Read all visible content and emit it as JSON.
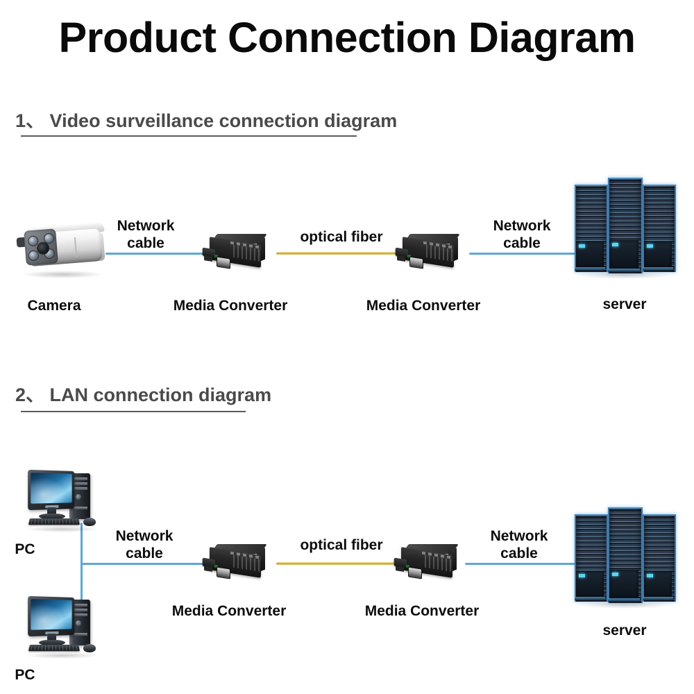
{
  "page": {
    "title": "Product Connection Diagram",
    "background_color": "#ffffff",
    "title_color": "#0a0a0a"
  },
  "colors": {
    "network_cable": "#5aa8d8",
    "optical_fiber": "#d8b441",
    "heading_text": "#4a4a4a",
    "label_text": "#0c0c0c",
    "server_led": "#5ad4f5"
  },
  "sections": [
    {
      "number": "1、",
      "heading": "Video surveillance connection diagram",
      "nodes": [
        {
          "name": "camera",
          "label": "Camera",
          "icon": "cctv-bullet-camera-icon"
        },
        {
          "name": "media-converter-left",
          "label": "Media Converter",
          "icon": "media-converter-icon"
        },
        {
          "name": "media-converter-right",
          "label": "Media Converter",
          "icon": "media-converter-icon"
        },
        {
          "name": "server",
          "label": "server",
          "icon": "server-rack-icon"
        }
      ],
      "links": [
        {
          "name": "network-cable-left",
          "label": "Network cable",
          "label_line1": "Network",
          "label_line2": "cable",
          "type": "network"
        },
        {
          "name": "optical-fiber",
          "label": "optical fiber",
          "type": "fiber"
        },
        {
          "name": "network-cable-right",
          "label": "Network cable",
          "label_line1": "Network",
          "label_line2": "cable",
          "type": "network"
        }
      ]
    },
    {
      "number": "2、",
      "heading": "LAN connection diagram",
      "nodes": [
        {
          "name": "pc-top",
          "label": "PC",
          "icon": "desktop-computer-icon"
        },
        {
          "name": "pc-bottom",
          "label": "PC",
          "icon": "desktop-computer-icon"
        },
        {
          "name": "media-converter-left",
          "label": "Media Converter",
          "icon": "media-converter-icon"
        },
        {
          "name": "media-converter-right",
          "label": "Media Converter",
          "icon": "media-converter-icon"
        },
        {
          "name": "server",
          "label": "server",
          "icon": "server-rack-icon"
        }
      ],
      "links": [
        {
          "name": "network-cable-left",
          "label": "Network cable",
          "label_line1": "Network",
          "label_line2": "cable",
          "type": "network"
        },
        {
          "name": "optical-fiber",
          "label": "optical fiber",
          "type": "fiber"
        },
        {
          "name": "network-cable-right",
          "label": "Network cable",
          "label_line1": "Network",
          "label_line2": "cable",
          "type": "network"
        }
      ]
    }
  ]
}
